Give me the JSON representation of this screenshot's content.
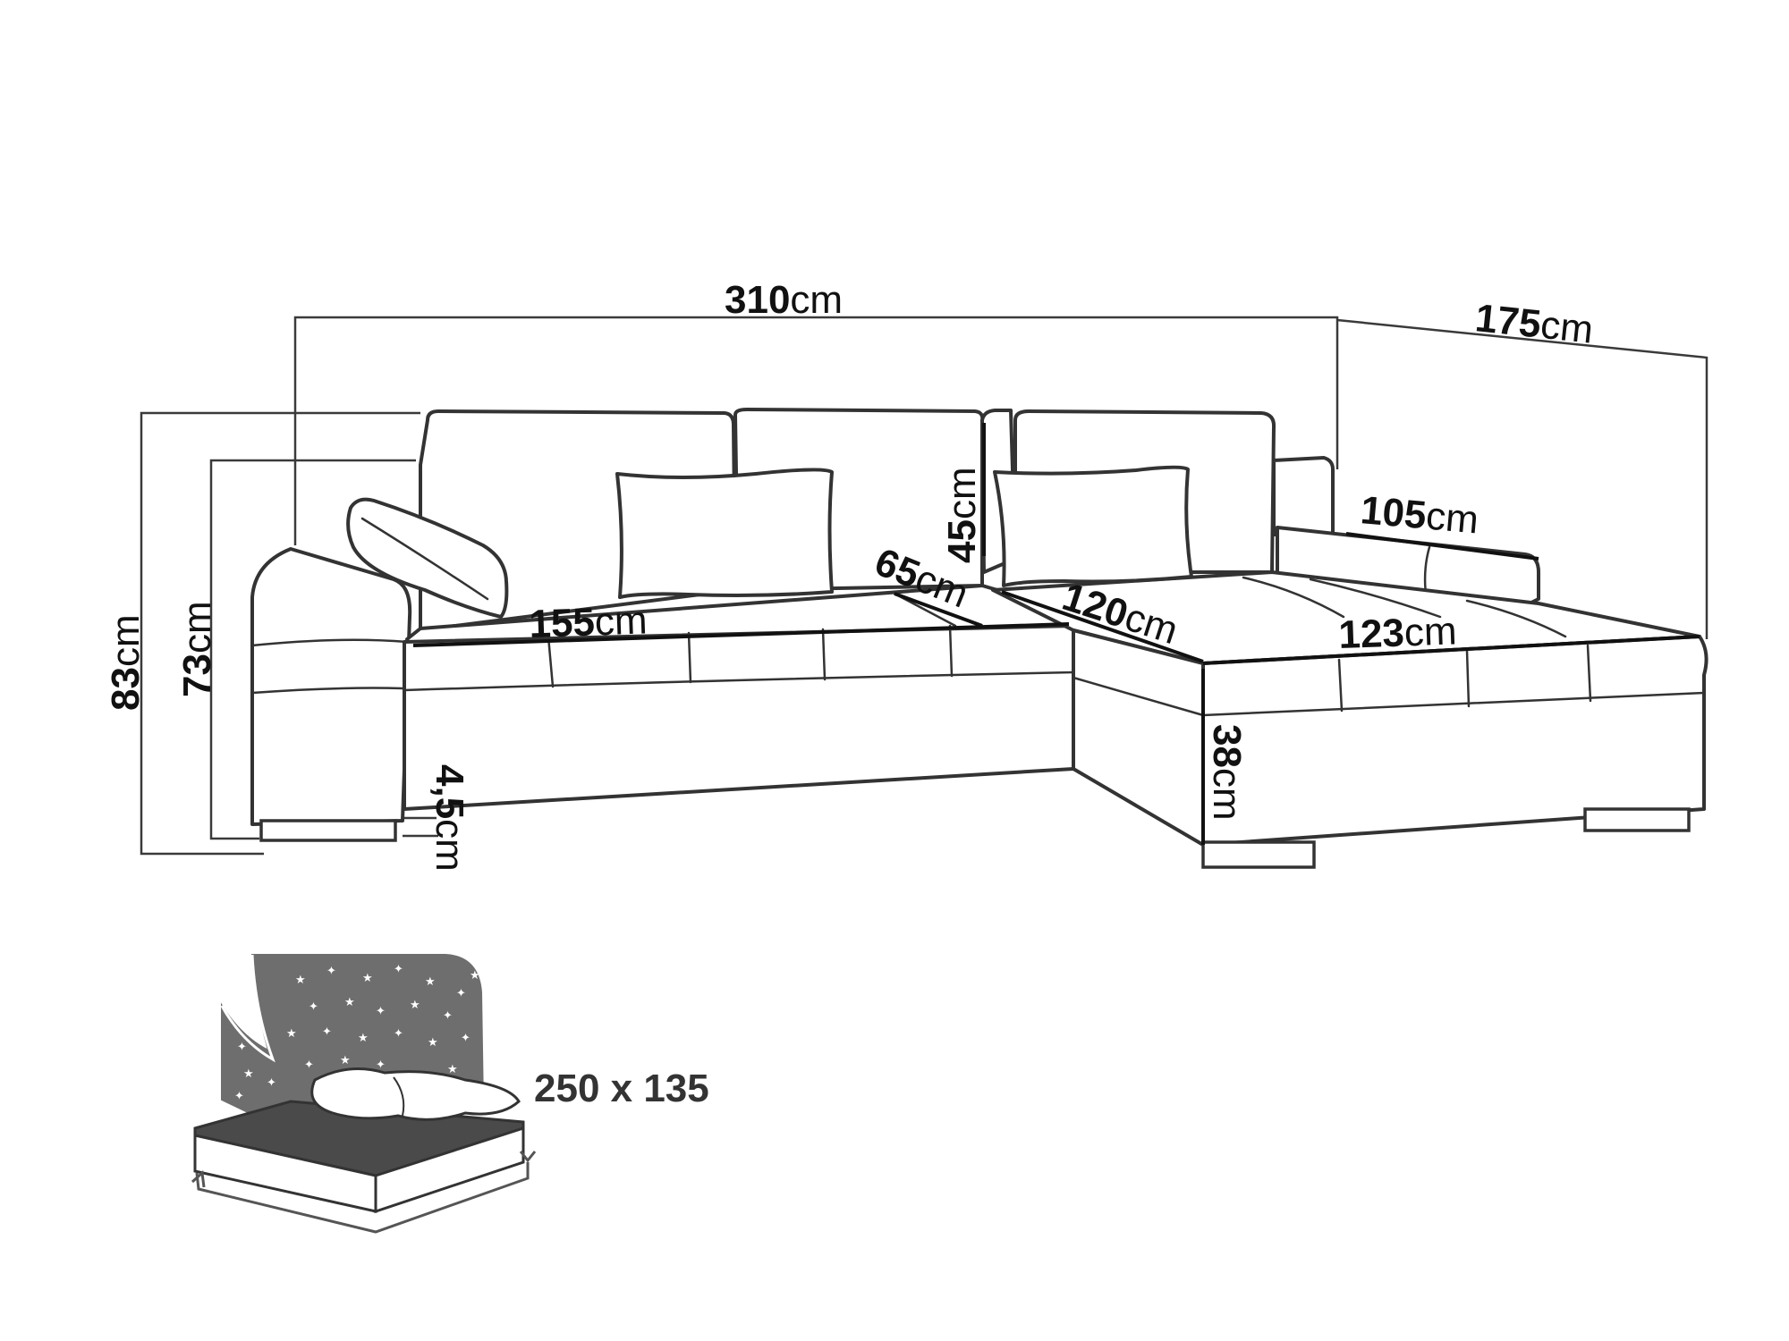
{
  "dimensions": [
    {
      "id": "overall_width",
      "value": "310",
      "unit": "cm"
    },
    {
      "id": "chaise_length",
      "value": "175",
      "unit": "cm"
    },
    {
      "id": "armrest_height",
      "value": "73",
      "unit": "cm"
    },
    {
      "id": "total_height",
      "value": "83",
      "unit": "cm"
    },
    {
      "id": "seat_width_left",
      "value": "155",
      "unit": "cm"
    },
    {
      "id": "seat_depth",
      "value": "65",
      "unit": "cm"
    },
    {
      "id": "backrest_height",
      "value": "45",
      "unit": "cm"
    },
    {
      "id": "chaise_seat_length",
      "value": "120",
      "unit": "cm"
    },
    {
      "id": "chaise_width",
      "value": "105",
      "unit": "cm"
    },
    {
      "id": "chaise_seat_width",
      "value": "123",
      "unit": "cm"
    },
    {
      "id": "seat_height",
      "value": "38",
      "unit": "cm"
    },
    {
      "id": "leg_height",
      "value": "4,5",
      "unit": "cm"
    }
  ],
  "sleeping_area": {
    "label": "250 x 135",
    "icon": "bed-with-starry-night-icon"
  },
  "colors": {
    "line": "#333333",
    "text": "#111111",
    "night_panel": "#6e6e6e",
    "mattress": "#4a4a4a",
    "background": "#ffffff"
  }
}
